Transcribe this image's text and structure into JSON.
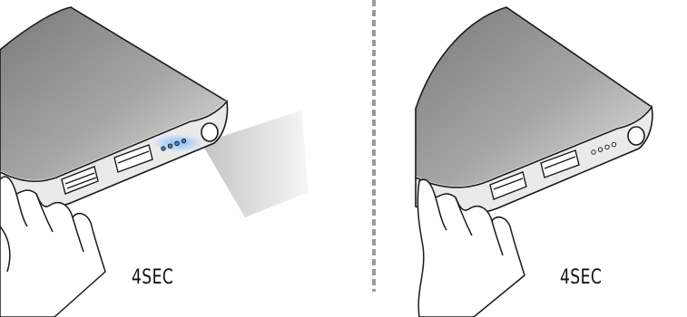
{
  "panels": [
    {
      "state": "indicator-lights-on",
      "duration_label": "4SEC",
      "indicator_count": 4,
      "indicator_color": "#3f8fd8"
    },
    {
      "state": "indicator-lights-off",
      "duration_label": "4SEC",
      "indicator_count": 4,
      "indicator_color": "#ffffff"
    }
  ],
  "colors": {
    "body_top": "#8b8b8b",
    "body_side": "#e6e6e6",
    "outline": "#1a1a1a",
    "divider": "#9a9a9a",
    "beam": "#d8d8d8"
  }
}
